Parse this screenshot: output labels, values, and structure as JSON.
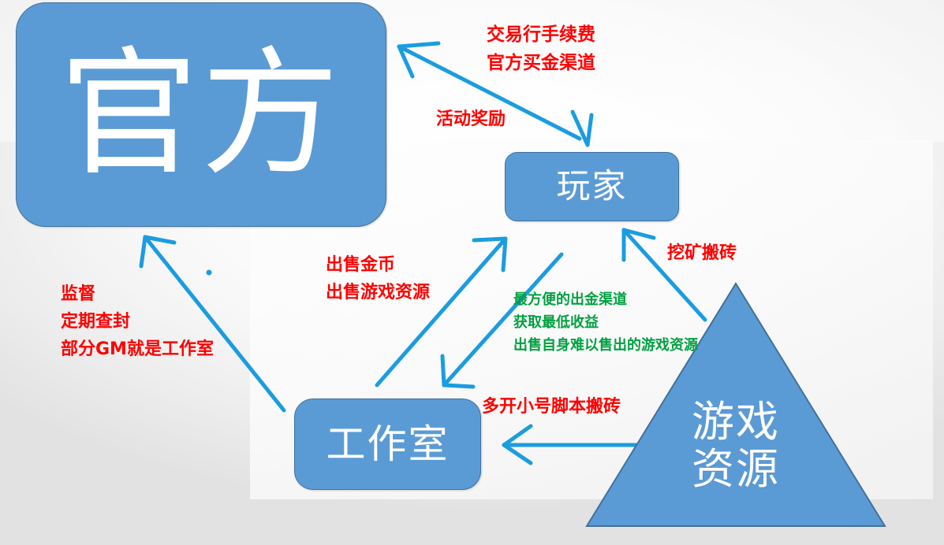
{
  "diagram": {
    "title_semantics": "game-resource-trading-flow-diagram",
    "accent_color": "#5B9BD5",
    "note_red_color": "#FF0000",
    "note_green_color": "#00A040",
    "arrow_color": "#1B9CE0",
    "background_color": "#E2E2E2"
  },
  "nodes": {
    "official": {
      "label": "官方"
    },
    "player": {
      "label": "玩家"
    },
    "studio": {
      "label": "工作室"
    },
    "resources": {
      "label_line1": "游戏",
      "label_line2": "资源"
    }
  },
  "notes": {
    "official_player_top": {
      "lines": [
        "交易行手续费",
        "官方买金渠道"
      ]
    },
    "activity_reward": {
      "lines": [
        "活动奖励"
      ]
    },
    "supervision": {
      "lines": [
        "监督",
        "定期查封",
        "部分GM就是工作室"
      ]
    },
    "sell_to_player": {
      "lines": [
        "出售金币",
        "出售游戏资源"
      ]
    },
    "resource_benefits": {
      "lines": [
        "最方便的出金渠道",
        "获取最低收益",
        "出售自身难以售出的游戏资源"
      ]
    },
    "mining": {
      "lines": [
        "挖矿搬砖"
      ]
    },
    "multi_account_script": {
      "lines": [
        "多开小号脚本搬砖"
      ]
    }
  }
}
